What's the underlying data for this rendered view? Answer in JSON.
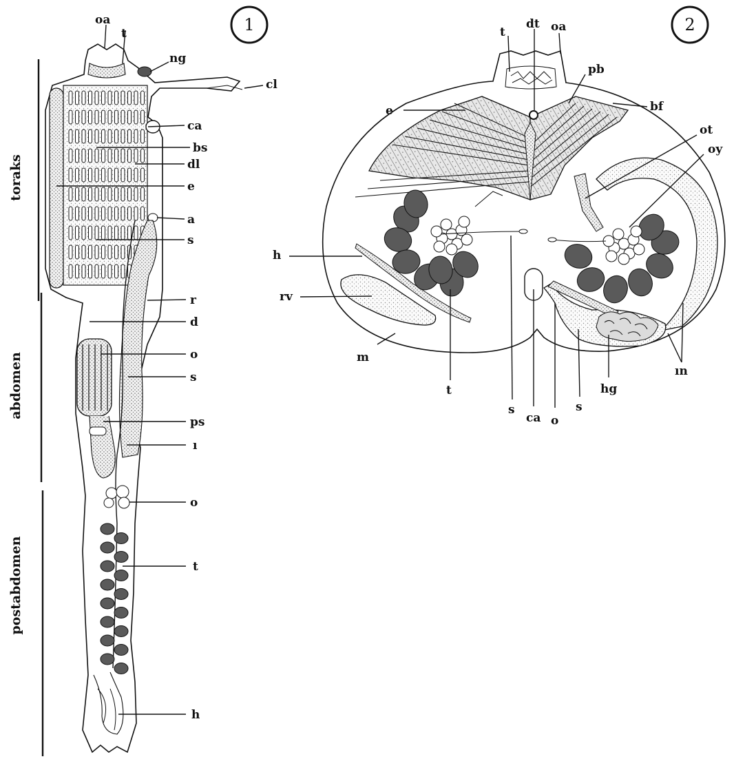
{
  "figure1": {
    "number": "1",
    "sections": {
      "thorax": "toraks",
      "abdomen": "abdomen",
      "postabdomen": "postabdomen"
    },
    "labels": {
      "oa": "oa",
      "t_top": "t",
      "ng": "ng",
      "cl": "cl",
      "ca": "ca",
      "bs": "bs",
      "dl": "dl",
      "e": "e",
      "a": "a",
      "s_thorax": "s",
      "r": "r",
      "d": "d",
      "o_ovary": "o",
      "s_abdomen": "s",
      "ps": "ps",
      "i": "ı",
      "o_egg": "o",
      "t_testis": "t",
      "h": "h"
    }
  },
  "figure2": {
    "number": "2",
    "labels": {
      "t_top": "t",
      "dt": "dt",
      "oa": "oa",
      "pb": "pb",
      "e": "e",
      "bf": "bf",
      "ot": "ot",
      "oy": "oy",
      "h": "h",
      "rv": "rv",
      "m": "m",
      "t_bottom": "t",
      "s_left": "s",
      "ca": "ca",
      "o": "o",
      "s_right": "s",
      "hg": "hg",
      "in": "ın"
    }
  },
  "colors": {
    "ink": "#111111",
    "stipple": "#d9d9d9",
    "testis": "#5a5a5a",
    "paper": "#ffffff"
  }
}
